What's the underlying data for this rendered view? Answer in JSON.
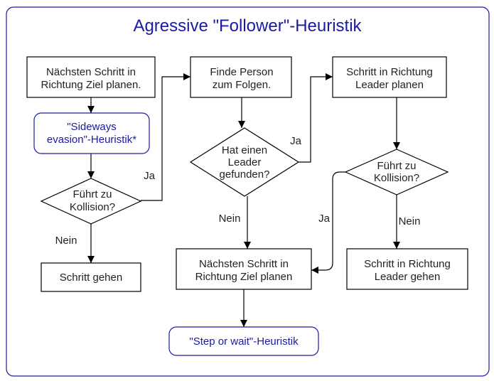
{
  "title": "Agressive \"Follower\"-Heuristik",
  "nodes": {
    "plan_step_left": [
      "Nächsten Schritt in",
      "Richtung Ziel planen."
    ],
    "sideways_evasion": [
      "\"Sideways",
      "evasion\"-Heuristik*"
    ],
    "collision_left": [
      "Führt zu",
      "Kollision?"
    ],
    "step_go": [
      "Schritt gehen"
    ],
    "find_person": [
      "Finde Person",
      "zum Folgen."
    ],
    "leader_found": [
      "Hat einen",
      "Leader",
      "gefunden?"
    ],
    "plan_step_mid": [
      "Nächsten Schritt in",
      "Richtung Ziel planen"
    ],
    "step_or_wait": [
      "\"Step or wait\"-Heuristik"
    ],
    "plan_leader": [
      "Schritt in Richtung",
      "Leader planen"
    ],
    "collision_right": [
      "Führt zu",
      "Kollision?"
    ],
    "go_leader": [
      "Schritt in Richtung",
      "Leader gehen"
    ]
  },
  "edges": {
    "ja_left": "Ja",
    "nein_left": "Nein",
    "ja_mid": "Ja",
    "nein_mid": "Nein",
    "ja_right": "Ja",
    "nein_right": "Nein"
  },
  "colors": {
    "accent": "#1a1aa6",
    "stroke": "#000000",
    "text": "#222222"
  }
}
